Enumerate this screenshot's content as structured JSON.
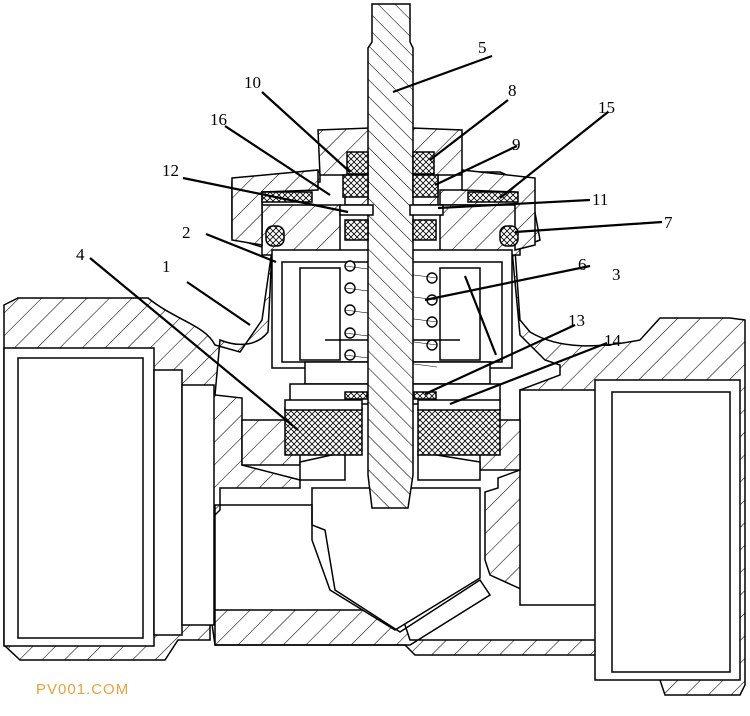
{
  "diagram": {
    "labels": {
      "p1": "1",
      "p2": "2",
      "p3": "3",
      "p4": "4",
      "p5": "5",
      "p6": "6",
      "p7": "7",
      "p8": "8",
      "p9": "9",
      "p10": "10",
      "p11": "11",
      "p12": "12",
      "p13": "13",
      "p14": "14",
      "p15": "15",
      "p16": "16"
    },
    "watermark": "PV001.COM"
  }
}
